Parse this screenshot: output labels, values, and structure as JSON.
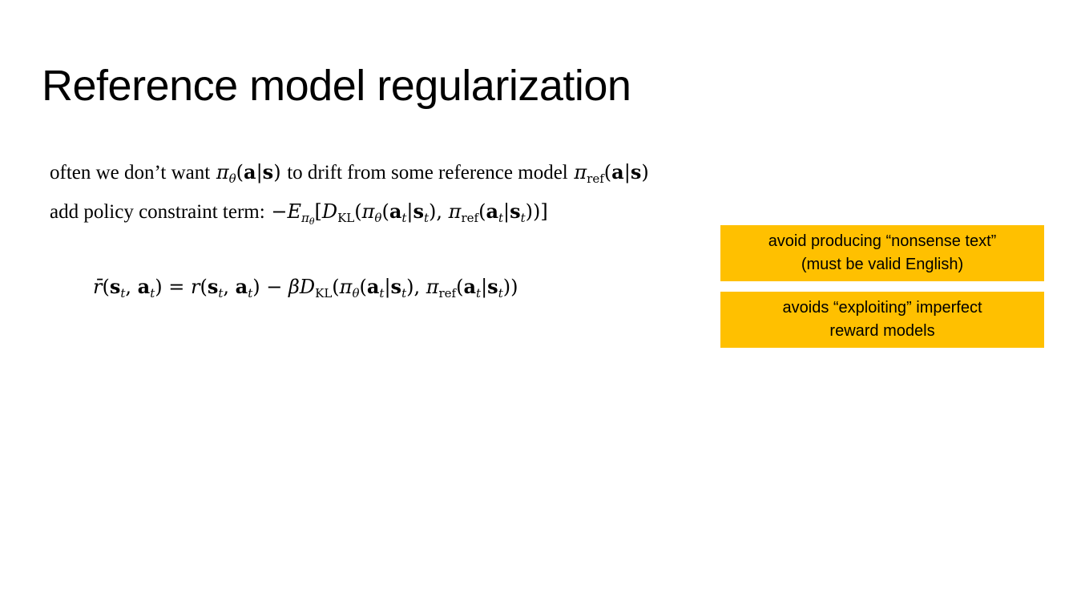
{
  "slide": {
    "title": "Reference model regularization",
    "line1": {
      "prefix": "often we don’t want",
      "pi": "π",
      "theta": "θ",
      "a": "a",
      "s": "s",
      "mid": "to drift from some reference model",
      "ref": "ref"
    },
    "line2": {
      "prefix": "add policy constraint term:",
      "E": "E",
      "D": "D",
      "KL": "KL"
    },
    "equation": {
      "rbar": "r̄",
      "r": "r",
      "beta": "β",
      "t": "t"
    },
    "callouts": [
      {
        "line1": "avoid producing “nonsense text”",
        "line2": "(must be valid English)"
      },
      {
        "line1": "avoids “exploiting” imperfect",
        "line2": "reward models"
      }
    ],
    "colors": {
      "callout_bg": "#ffc000",
      "text": "#000000",
      "background": "#ffffff"
    }
  }
}
